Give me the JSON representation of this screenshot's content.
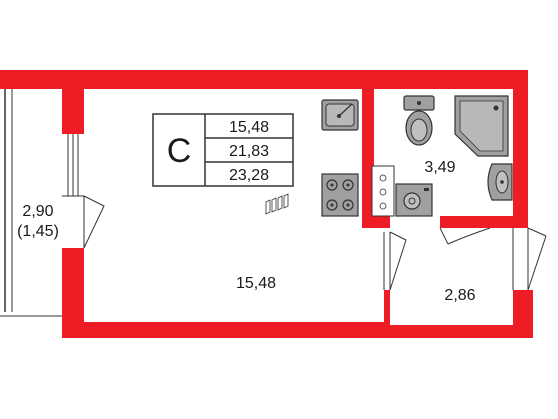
{
  "legend": {
    "letter": "С",
    "values": [
      "15,48",
      "21,83",
      "23,28"
    ]
  },
  "rooms": {
    "main_room": "15,48",
    "balcony": "2,90",
    "balcony_reduced": "(1,45)",
    "bathroom": "3,49",
    "hallway": "2,86"
  },
  "colors": {
    "wall": "#ee1c25",
    "fixture_fill": "#a0a0a0",
    "fixture_stroke": "#333333",
    "text": "#1a1a1a"
  }
}
